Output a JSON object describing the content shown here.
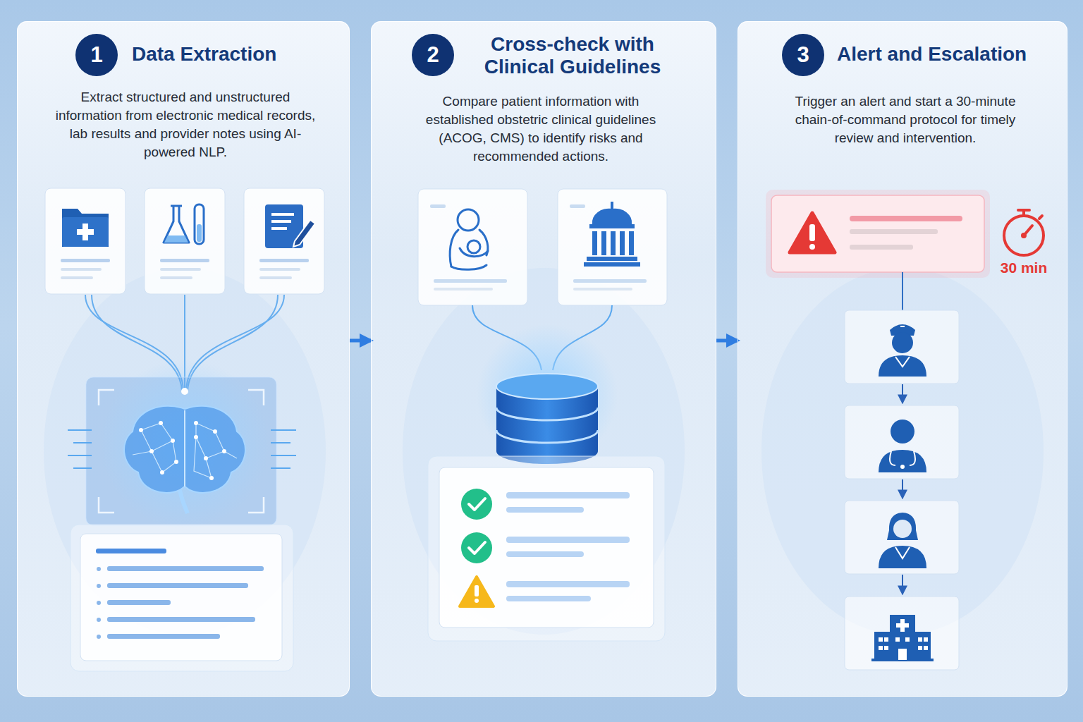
{
  "diagram": {
    "nodes": [
      {
        "text": [
          "Data Extraction",
          "Extract structured and unstructured information from electronic medical records, lab results and provider notes using AI-powered NLP."
        ]
      },
      {
        "text": [
          "1"
        ],
        "in": 0
      },
      {
        "text": [
          "Cross-check with Clinical Guidelines",
          "Compare patient information with established obstetric clinical guidelines (ACOG, CMS) to identify risks and recommended actions."
        ]
      },
      {
        "text": [
          "2"
        ],
        "in": 2
      },
      {
        "text": [
          "Alert and Escalation",
          "Trigger an alert and start a 30-minute chain-of-command protocol for timely review and intervention."
        ]
      },
      {
        "text": [
          "3"
        ],
        "in": 4
      }
    ],
    "edges": [
      {
        "from": 0,
        "to": 2,
        "arrow": "to"
      },
      {
        "from": 2,
        "to": 4,
        "arrow": "to"
      }
    ],
    "labels": [
      "30 min"
    ]
  }
}
